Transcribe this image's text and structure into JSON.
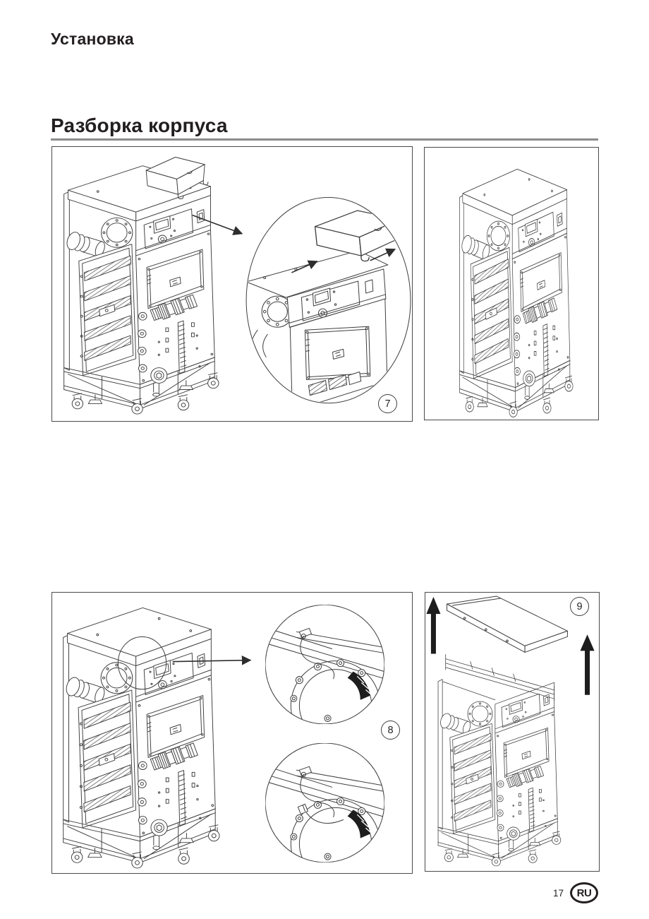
{
  "page": {
    "header_title": "Установка",
    "section_title": "Разборка корпуса",
    "page_number": "17",
    "language_badge": "RU"
  },
  "figures": {
    "fig7": {
      "callout": "7"
    },
    "fig8": {
      "callout": "8"
    },
    "fig9": {
      "callout": "9"
    }
  },
  "colors": {
    "line_art": "#3f3f3f",
    "text": "#231f20",
    "rule": "#8c8c8c",
    "arrow": "#1d1d1d",
    "background": "#ffffff"
  }
}
